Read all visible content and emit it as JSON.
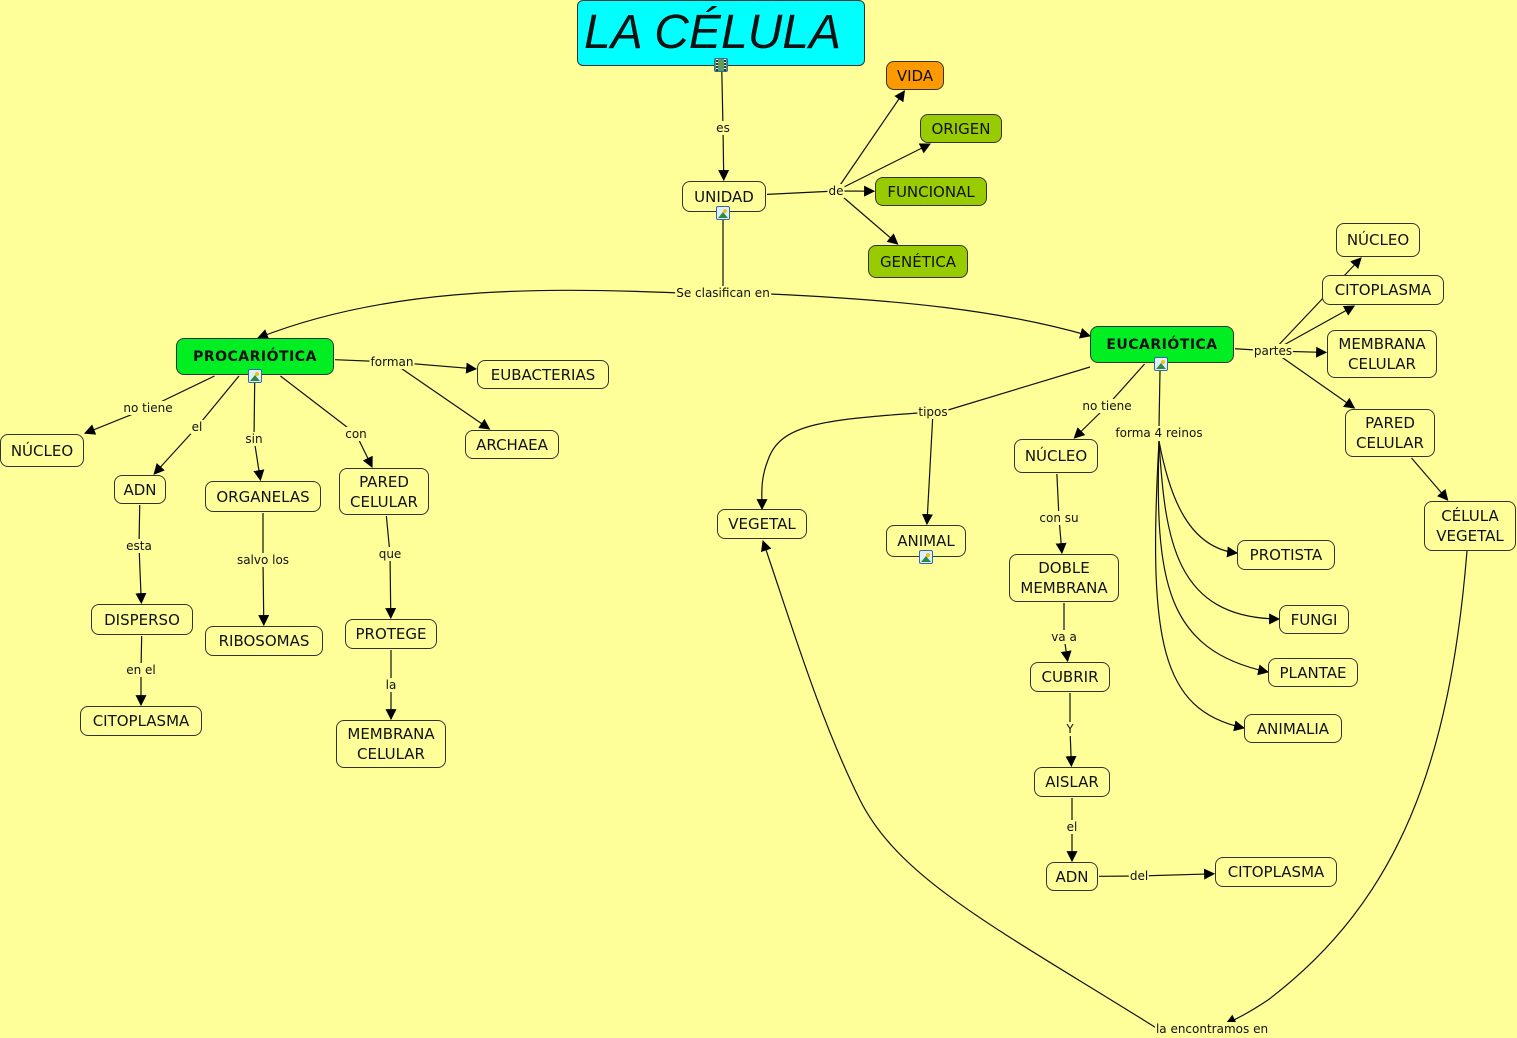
{
  "title": "LA CÉLULA",
  "nodes": [
    {
      "id": "celula",
      "text": "LA CÉLULA",
      "style": "title",
      "icon": "video"
    },
    {
      "id": "unidad",
      "text": "UNIDAD",
      "style": "plain",
      "icon": "image"
    },
    {
      "id": "vida",
      "text": "VIDA",
      "style": "orange"
    },
    {
      "id": "origen",
      "text": "ORIGEN",
      "style": "olive"
    },
    {
      "id": "funcional",
      "text": "FUNCIONAL",
      "style": "olive"
    },
    {
      "id": "genetica",
      "text": "GENÉTICA",
      "style": "olive"
    },
    {
      "id": "procariotica",
      "text": "PROCARIÓTICA",
      "style": "green",
      "icon": "image"
    },
    {
      "id": "eucariotica",
      "text": "EUCARIÓTICA",
      "style": "green",
      "icon": "image"
    },
    {
      "id": "p_nucleo",
      "text": "NÚCLEO",
      "style": "plain"
    },
    {
      "id": "p_adn",
      "text": "ADN",
      "style": "plain"
    },
    {
      "id": "organelas",
      "text": "ORGANELAS",
      "style": "plain"
    },
    {
      "id": "p_pared",
      "text": "PARED\nCELULAR",
      "style": "plain"
    },
    {
      "id": "eubacterias",
      "text": "EUBACTERIAS",
      "style": "plain"
    },
    {
      "id": "archaea",
      "text": "ARCHAEA",
      "style": "plain"
    },
    {
      "id": "disperso",
      "text": "DISPERSO",
      "style": "plain"
    },
    {
      "id": "p_citoplasma",
      "text": "CITOPLASMA",
      "style": "plain"
    },
    {
      "id": "ribosomas",
      "text": "RIBOSOMAS",
      "style": "plain"
    },
    {
      "id": "protege",
      "text": "PROTEGE",
      "style": "plain"
    },
    {
      "id": "p_membrana",
      "text": "MEMBRANA\nCELULAR",
      "style": "plain"
    },
    {
      "id": "vegetal",
      "text": "VEGETAL",
      "style": "plain"
    },
    {
      "id": "animal",
      "text": "ANIMAL",
      "style": "plain",
      "icon": "image"
    },
    {
      "id": "e_nucleo",
      "text": "NÚCLEO",
      "style": "plain"
    },
    {
      "id": "doble",
      "text": "DOBLE\nMEMBRANA",
      "style": "plain"
    },
    {
      "id": "cubrir",
      "text": "CUBRIR",
      "style": "plain"
    },
    {
      "id": "aislar",
      "text": "AISLAR",
      "style": "plain"
    },
    {
      "id": "e_adn",
      "text": "ADN",
      "style": "plain"
    },
    {
      "id": "e_citoplasma2",
      "text": "CITOPLASMA",
      "style": "plain"
    },
    {
      "id": "protista",
      "text": "PROTISTA",
      "style": "plain"
    },
    {
      "id": "fungi",
      "text": "FUNGI",
      "style": "plain"
    },
    {
      "id": "plantae",
      "text": "PLANTAE",
      "style": "plain"
    },
    {
      "id": "animalia",
      "text": "ANIMALIA",
      "style": "plain"
    },
    {
      "id": "pt_nucleo",
      "text": "NÚCLEO",
      "style": "plain"
    },
    {
      "id": "pt_citoplasma",
      "text": "CITOPLASMA",
      "style": "plain"
    },
    {
      "id": "pt_membrana",
      "text": "MEMBRANA\nCELULAR",
      "style": "plain"
    },
    {
      "id": "pt_pared",
      "text": "PARED\nCELULAR",
      "style": "plain"
    },
    {
      "id": "celula_vegetal",
      "text": "CÉLULA\nVEGETAL",
      "style": "plain"
    }
  ],
  "links": [
    {
      "id": "l_es",
      "text": "es",
      "from": [
        "celula"
      ],
      "to": [
        "unidad"
      ]
    },
    {
      "id": "l_de",
      "text": "de",
      "from": [
        "unidad"
      ],
      "to": [
        "vida",
        "origen",
        "funcional",
        "genetica"
      ]
    },
    {
      "id": "l_clasifican",
      "text": "Se clasifican en",
      "from": [
        "unidad"
      ],
      "to": [
        "procariotica",
        "eucariotica"
      ]
    },
    {
      "id": "l_notiene1",
      "text": "no tiene",
      "from": [
        "procariotica"
      ],
      "to": [
        "p_nucleo"
      ]
    },
    {
      "id": "l_el1",
      "text": "el",
      "from": [
        "procariotica"
      ],
      "to": [
        "p_adn"
      ]
    },
    {
      "id": "l_sin",
      "text": "sin",
      "from": [
        "procariotica"
      ],
      "to": [
        "organelas"
      ]
    },
    {
      "id": "l_con",
      "text": "con",
      "from": [
        "procariotica"
      ],
      "to": [
        "p_pared"
      ]
    },
    {
      "id": "l_forman",
      "text": "forman",
      "from": [
        "procariotica"
      ],
      "to": [
        "eubacterias",
        "archaea"
      ]
    },
    {
      "id": "l_esta",
      "text": "esta",
      "from": [
        "p_adn"
      ],
      "to": [
        "disperso"
      ]
    },
    {
      "id": "l_enel",
      "text": "en el",
      "from": [
        "disperso"
      ],
      "to": [
        "p_citoplasma"
      ]
    },
    {
      "id": "l_salvo",
      "text": "salvo los",
      "from": [
        "organelas"
      ],
      "to": [
        "ribosomas"
      ]
    },
    {
      "id": "l_que",
      "text": "que",
      "from": [
        "p_pared"
      ],
      "to": [
        "protege"
      ]
    },
    {
      "id": "l_la",
      "text": "la",
      "from": [
        "protege"
      ],
      "to": [
        "p_membrana"
      ]
    },
    {
      "id": "l_tipos",
      "text": "tipos",
      "from": [
        "eucariotica"
      ],
      "to": [
        "vegetal",
        "animal"
      ]
    },
    {
      "id": "l_notiene2",
      "text": "no tiene",
      "from": [
        "eucariotica"
      ],
      "to": [
        "e_nucleo"
      ]
    },
    {
      "id": "l_reinos",
      "text": "forma 4 reinos",
      "from": [
        "eucariotica"
      ],
      "to": [
        "protista",
        "fungi",
        "plantae",
        "animalia"
      ]
    },
    {
      "id": "l_partes",
      "text": "partes",
      "from": [
        "eucariotica"
      ],
      "to": [
        "pt_nucleo",
        "pt_citoplasma",
        "pt_membrana",
        "pt_pared"
      ]
    },
    {
      "id": "l_consu",
      "text": "con su",
      "from": [
        "e_nucleo"
      ],
      "to": [
        "doble"
      ]
    },
    {
      "id": "l_vaa",
      "text": "va a",
      "from": [
        "doble"
      ],
      "to": [
        "cubrir"
      ]
    },
    {
      "id": "l_y",
      "text": "Y",
      "from": [
        "cubrir"
      ],
      "to": [
        "aislar"
      ]
    },
    {
      "id": "l_el2",
      "text": "el",
      "from": [
        "aislar"
      ],
      "to": [
        "e_adn"
      ]
    },
    {
      "id": "l_del",
      "text": "del",
      "from": [
        "e_adn"
      ],
      "to": [
        "e_citoplasma2"
      ]
    },
    {
      "id": "l_pared_cv",
      "text": "",
      "from": [
        "pt_pared"
      ],
      "to": [
        "celula_vegetal"
      ]
    },
    {
      "id": "l_encontramos",
      "text": "la encontramos en",
      "from": [
        "celula_vegetal"
      ],
      "to": [
        "vegetal"
      ]
    }
  ],
  "colors": {
    "background": "#ffff99",
    "title": "#00ffff",
    "green": "#00ee22",
    "orange": "#ff9900",
    "olive": "#99cc00"
  }
}
